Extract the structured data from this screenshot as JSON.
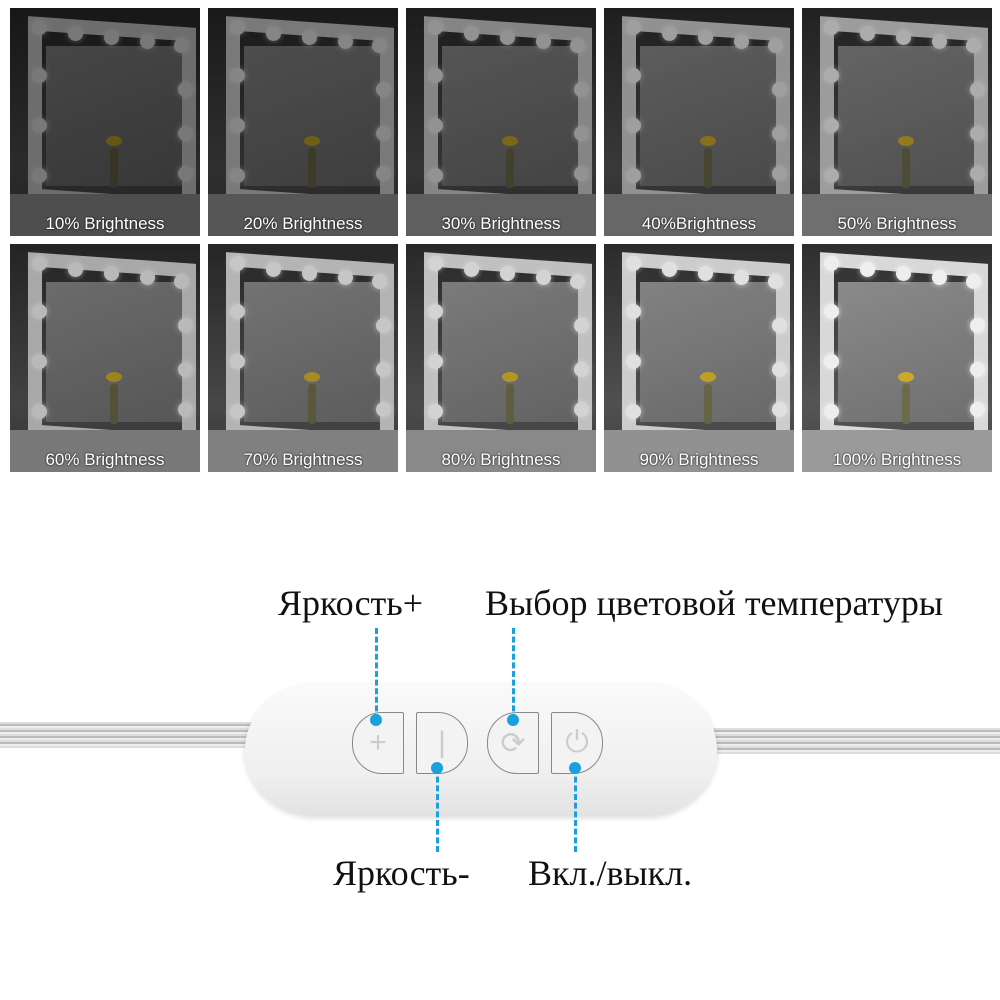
{
  "tiles": [
    {
      "label": "10% Brightness",
      "level": 0.1
    },
    {
      "label": "20% Brightness",
      "level": 0.2
    },
    {
      "label": "30% Brightness",
      "level": 0.3
    },
    {
      "label": "40%Brightness",
      "level": 0.4
    },
    {
      "label": "50% Brightness",
      "level": 0.5
    },
    {
      "label": "60% Brightness",
      "level": 0.6
    },
    {
      "label": "70% Brightness",
      "level": 0.7
    },
    {
      "label": "80% Brightness",
      "level": 0.8
    },
    {
      "label": "90% Brightness",
      "level": 0.9
    },
    {
      "label": "100% Brightness",
      "level": 1.0
    }
  ],
  "controller": {
    "brightness_up": "Яркость+",
    "color_temp": "Выбор цветовой температуры",
    "brightness_down": "Яркость-",
    "power": "Вкл./выкл.",
    "plus_glyph": "+",
    "minus_glyph": "|",
    "cycle_glyph": "⟳",
    "power_glyph": "⏻"
  },
  "colors": {
    "callout": "#1aa0dc"
  }
}
